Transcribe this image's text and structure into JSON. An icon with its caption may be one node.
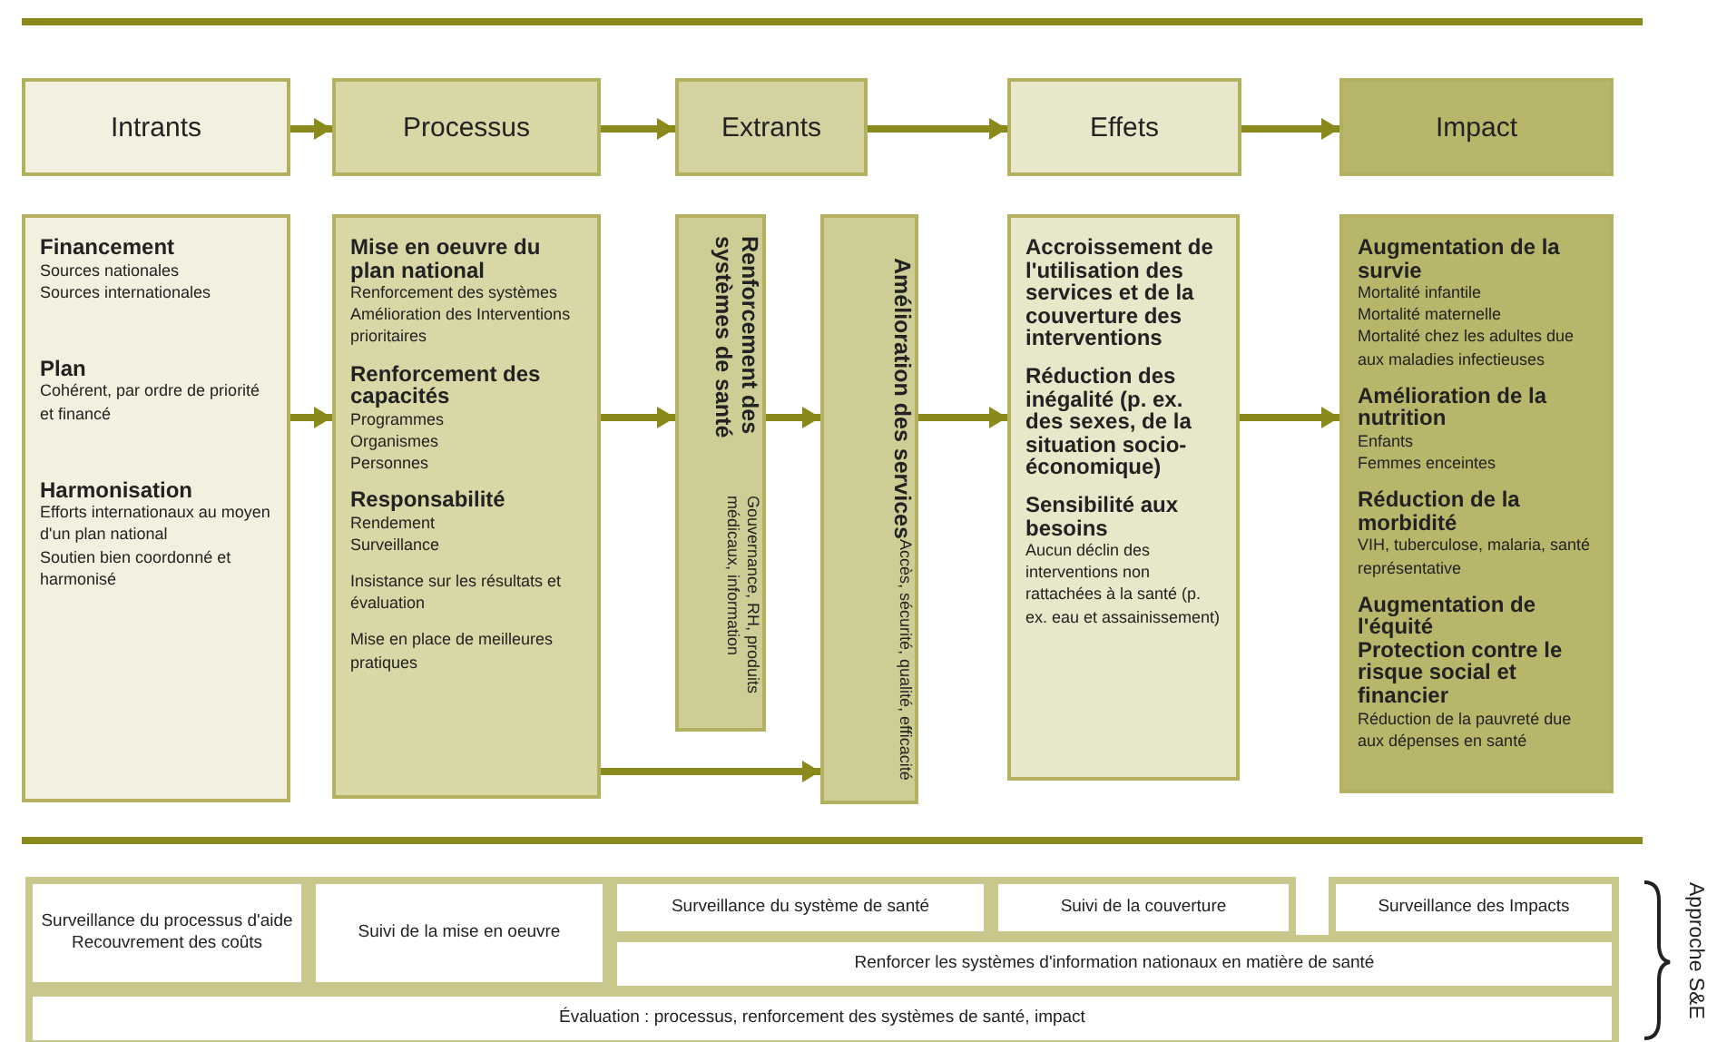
{
  "diagram": {
    "nodes": [
      {
        "text": [
          "Intrants"
        ]
      },
      {
        "text": [
          "Processus"
        ]
      },
      {
        "text": [
          "Extrants"
        ]
      },
      {
        "text": [
          "Effets"
        ]
      },
      {
        "text": [
          "Impact"
        ]
      },
      {
        "text": [
          "Financement",
          "Sources nationales",
          "Sources internationales",
          "Plan",
          "Cohérent, par ordre de priorité et financé",
          "Harmonisation",
          "Efforts internationaux au moyen d'un plan national",
          "Soutien bien coordonné et harmonisé"
        ]
      },
      {
        "text": [
          "Mise en oeuvre du plan national",
          "Renforcement des systèmes",
          "Amélioration des Interventions prioritaires",
          "Renforcement des capacités",
          "Programmes",
          "Organismes",
          "Personnes",
          "Responsabilité",
          "Rendement",
          "Surveillance",
          "Insistance sur les résultats et évaluation",
          "Mise en place de meilleures pratiques"
        ]
      },
      {
        "text": [
          "Renforcement des systèmes de santé",
          "Gouvernance, RH, produits médicaux, information"
        ]
      },
      {
        "text": [
          "Amélioration des services",
          "Accès, sécurité, qualité, efficacité"
        ]
      },
      {
        "text": [
          "Accroissement de l'utilisation des services et de la couverture des interventions",
          "Réduction des inégalité (p. ex. des sexes, de la situation socio-économique)",
          "Sensibilité aux besoins",
          "Aucun déclin des interventions non rattachées à la santé (p. ex. eau et assainissement)"
        ]
      },
      {
        "text": [
          "Augmentation de la survie",
          "Mortalité infantile",
          "Mortalité maternelle",
          "Mortalité chez les adultes due aux maladies infectieuses",
          "Amélioration de la nutrition",
          "Enfants",
          "Femmes enceintes",
          "Réduction de la morbidité",
          "VIH, tuberculose, malaria, santé représentative",
          "Augmentation de l'équité",
          "Protection contre le risque social et financier",
          "Réduction de la pauvreté due aux dépenses en santé"
        ]
      },
      {
        "text": [
          "Surveillance du processus d'aide",
          "Recouvrement des coûts"
        ]
      },
      {
        "text": [
          "Suivi de la mise en oeuvre"
        ]
      },
      {
        "text": [
          "Surveillance du système de santé"
        ]
      },
      {
        "text": [
          "Suivi de la couverture"
        ]
      },
      {
        "text": [
          "Surveillance des Impacts"
        ]
      },
      {
        "text": [
          "Renforcer les systèmes d'information nationaux en matière de santé"
        ]
      },
      {
        "text": [
          "Évaluation : processus, renforcement des systèmes de santé, impact"
        ]
      }
    ],
    "edges": [
      {
        "from": 0,
        "to": 1,
        "arrow": "to"
      },
      {
        "from": 1,
        "to": 2,
        "arrow": "to"
      },
      {
        "from": 2,
        "to": 3,
        "arrow": "to"
      },
      {
        "from": 3,
        "to": 4,
        "arrow": "to"
      },
      {
        "from": 5,
        "to": 6,
        "arrow": "to"
      },
      {
        "from": 6,
        "to": 7,
        "arrow": "to"
      },
      {
        "from": 7,
        "to": 8,
        "arrow": "to"
      },
      {
        "from": 8,
        "to": 9,
        "arrow": "to"
      },
      {
        "from": 9,
        "to": 10,
        "arrow": "to"
      },
      {
        "from": 6,
        "to": 8,
        "arrow": "to"
      }
    ],
    "labels": [
      "Approche S&E"
    ]
  }
}
